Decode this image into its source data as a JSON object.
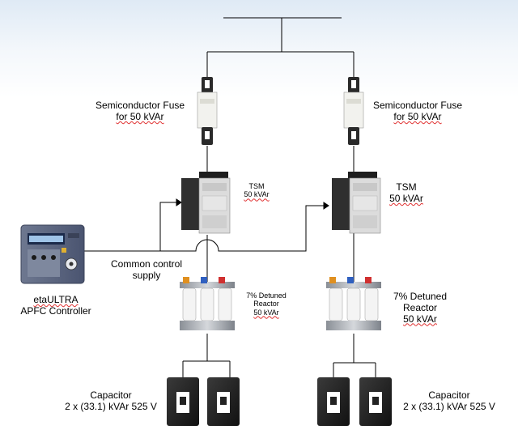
{
  "left": {
    "fuse_label": [
      "Semiconductor  Fuse",
      "for 50 kVAr"
    ],
    "tsm_label": [
      "TSM",
      "50 kVAr"
    ],
    "reactor_label": [
      "7% Detuned",
      "Reactor",
      "50 kVAr"
    ],
    "capacitor_label": [
      "Capacitor",
      "2 x (33.1) kVAr 525 V"
    ]
  },
  "right": {
    "fuse_label": [
      "Semiconductor  Fuse",
      "for 50 kVAr"
    ],
    "tsm_label": [
      "TSM",
      "50 kVAr"
    ],
    "reactor_label": [
      "7% Detuned",
      "Reactor",
      "50 kVAr"
    ],
    "capacitor_label": [
      "Capacitor",
      "2 x (33.1) kVAr 525 V"
    ]
  },
  "controller": {
    "label": [
      "etaULTRA",
      "APFC Controller"
    ],
    "accent_color": "#5a6a8a"
  },
  "common_control": {
    "label": [
      "Common control",
      "supply"
    ]
  }
}
